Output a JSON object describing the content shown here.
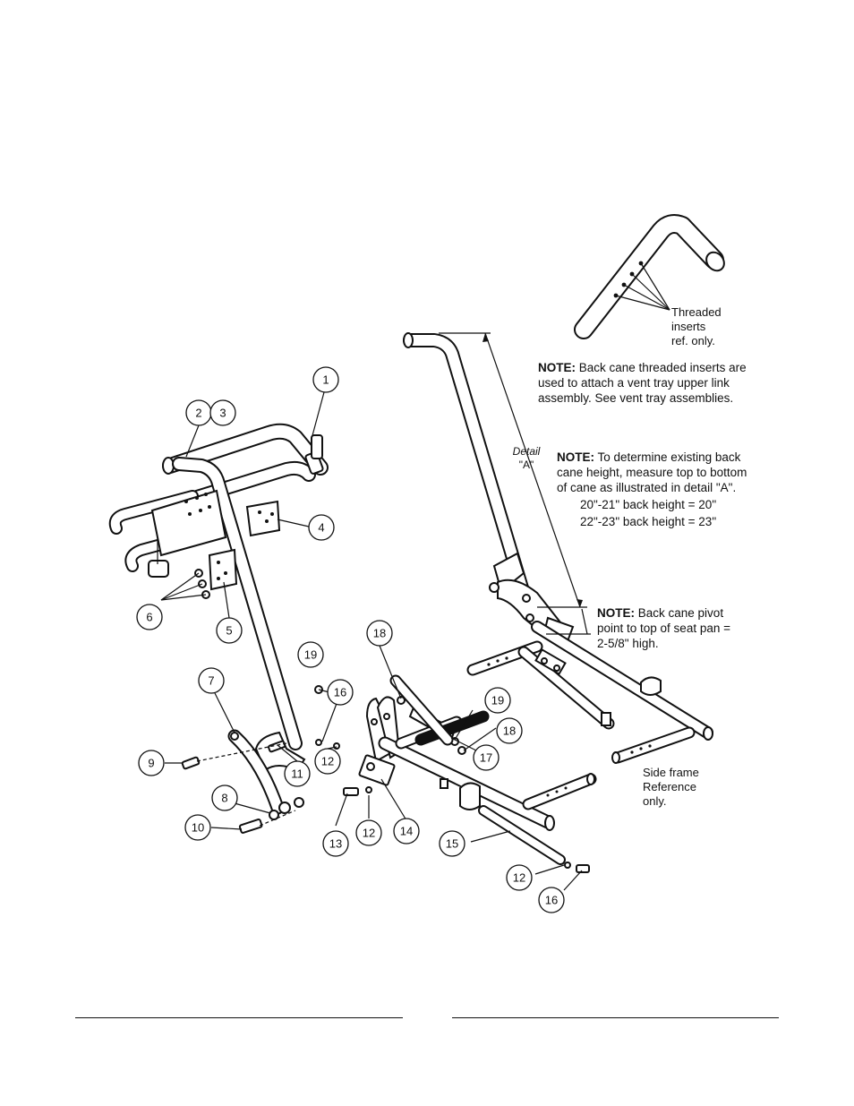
{
  "notes": {
    "threaded_inserts_label": [
      "Threaded",
      "inserts",
      "ref. only."
    ],
    "note_prefix": "NOTE:",
    "note1_text": "Back cane threaded inserts are used to attach a vent tray upper link assembly. See vent tray assemblies.",
    "note2_text": "To determine existing back cane height, measure top to bottom of cane as illustrated in detail \"A\".",
    "note2_line1": "20\"-21\" back height = 20\"",
    "note2_line2": "22\"-23\" back height = 23\"",
    "note3_text": "Back cane pivot point to top of seat pan = 2-5/8\" high.",
    "detail_label": "Detail",
    "detail_letter": "\"A\"",
    "side_frame_label": [
      "Side frame",
      "Reference",
      "only."
    ]
  },
  "callouts": [
    "1",
    "2",
    "3",
    "4",
    "5",
    "6",
    "7",
    "8",
    "9",
    "10",
    "11",
    "12",
    "12",
    "12",
    "13",
    "14",
    "15",
    "16",
    "16",
    "17",
    "18",
    "18",
    "19",
    "19"
  ]
}
